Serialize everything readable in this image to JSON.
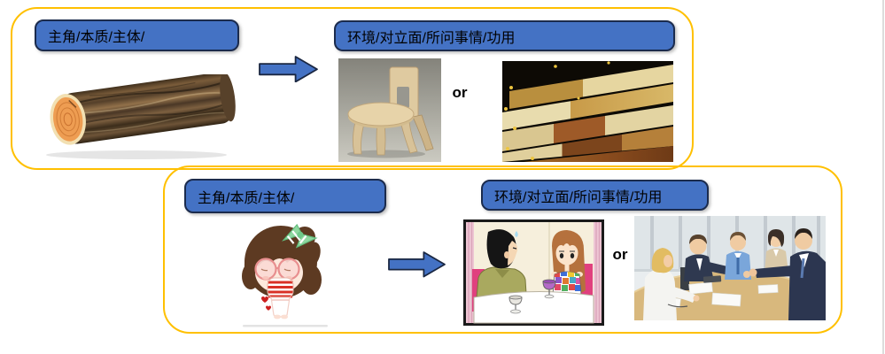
{
  "page": {
    "background": "#ffffff",
    "slide_edge_color": "#dcdcdc"
  },
  "style": {
    "label_fill": "#4472C4",
    "label_border": "#1b2b4d",
    "frame_border": "#FFC000",
    "arrow_fill": "#4472C4",
    "arrow_border": "#1a2742",
    "text_color": "#000000"
  },
  "frames": {
    "top": {
      "subject_label": "主角/本质/主体/",
      "object_label": "环境/对立面/所问事情/功用",
      "or_label": "or",
      "subject_image": "wood-log-photo",
      "option1_image": "wooden-chair-photo",
      "option2_image": "wood-flooring-samples-photo"
    },
    "bottom": {
      "subject_label": "主角/本质/主体/",
      "object_label": "环境/对立面/所问事情/功用",
      "or_label": "or",
      "subject_image": "cartoon-girl-illustration",
      "option1_image": "comic-dinner-date-scene",
      "option2_image": "business-meeting-photo"
    }
  }
}
